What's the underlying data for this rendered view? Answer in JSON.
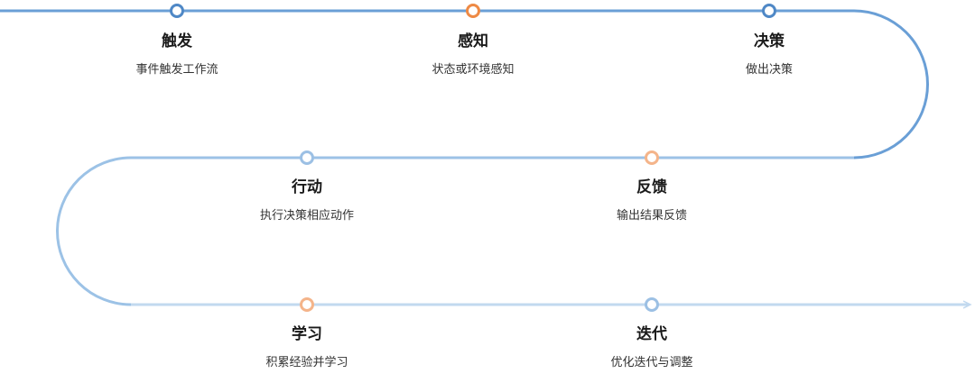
{
  "colors": {
    "path_dark": "#6a9fd6",
    "path_mid": "#9cc2e6",
    "path_light": "#c2d9ef",
    "node_blue": "#4f88c6",
    "node_blue_light": "#9cc0e4",
    "node_orange": "#ee8a45",
    "node_orange_light": "#f4b48a"
  },
  "steps": [
    {
      "title": "触发",
      "desc": "事件触发工作流",
      "node_color": "node_blue"
    },
    {
      "title": "感知",
      "desc": "状态或环境感知",
      "node_color": "node_orange"
    },
    {
      "title": "决策",
      "desc": "做出决策",
      "node_color": "node_blue"
    },
    {
      "title": "行动",
      "desc": "执行决策相应动作",
      "node_color": "node_blue_light"
    },
    {
      "title": "反馈",
      "desc": "输出结果反馈",
      "node_color": "node_orange_light"
    },
    {
      "title": "学习",
      "desc": "积累经验并学习",
      "node_color": "node_orange_light"
    },
    {
      "title": "迭代",
      "desc": "优化迭代与调整",
      "node_color": "node_blue_light"
    }
  ]
}
